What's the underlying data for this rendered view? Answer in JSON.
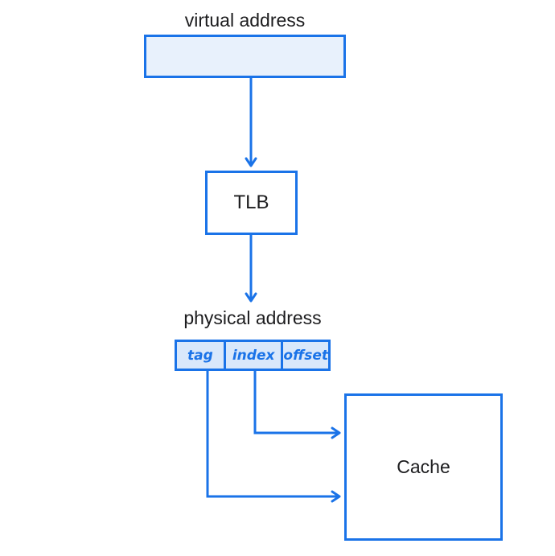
{
  "diagram": {
    "title_label": "virtual address",
    "virtual_address": {
      "label": "virtual address"
    },
    "tlb": {
      "label": "TLB"
    },
    "physical_address": {
      "label": "physical address"
    },
    "fields": [
      {
        "label": "tag"
      },
      {
        "label": "index"
      },
      {
        "label": "offset"
      }
    ],
    "cache": {
      "label": "Cache"
    },
    "colors": {
      "stroke_blue": "#1a73e8",
      "virtual_address_fill": "#e8f1fc",
      "field_fill": "#d9e8fb",
      "text_black": "#1c1c1e",
      "background": "#ffffff"
    }
  }
}
